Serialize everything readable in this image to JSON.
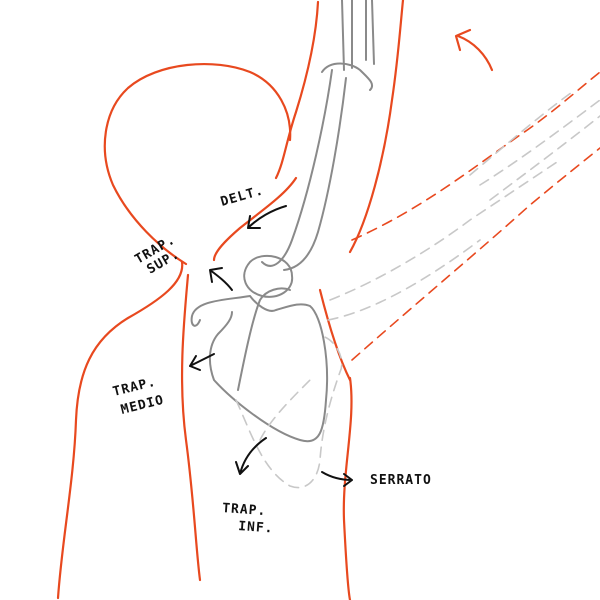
{
  "colors": {
    "body_outline": "#e8491f",
    "bone": "#8a8a8a",
    "ghost_bone": "#c8c8c8",
    "arrow": "#111111",
    "label": "#111111"
  },
  "labels": {
    "delt": "DELT.",
    "trap_sup_1": "TRAP.",
    "trap_sup_2": "SUP.",
    "trap_medio_1": "TRAP.",
    "trap_medio_2": "MEDIO",
    "trap_inf_1": "TRAP.",
    "trap_inf_2": "INF.",
    "serrato": "SERRATO"
  },
  "icons": {
    "rotation": "curved-arrow-icon"
  }
}
